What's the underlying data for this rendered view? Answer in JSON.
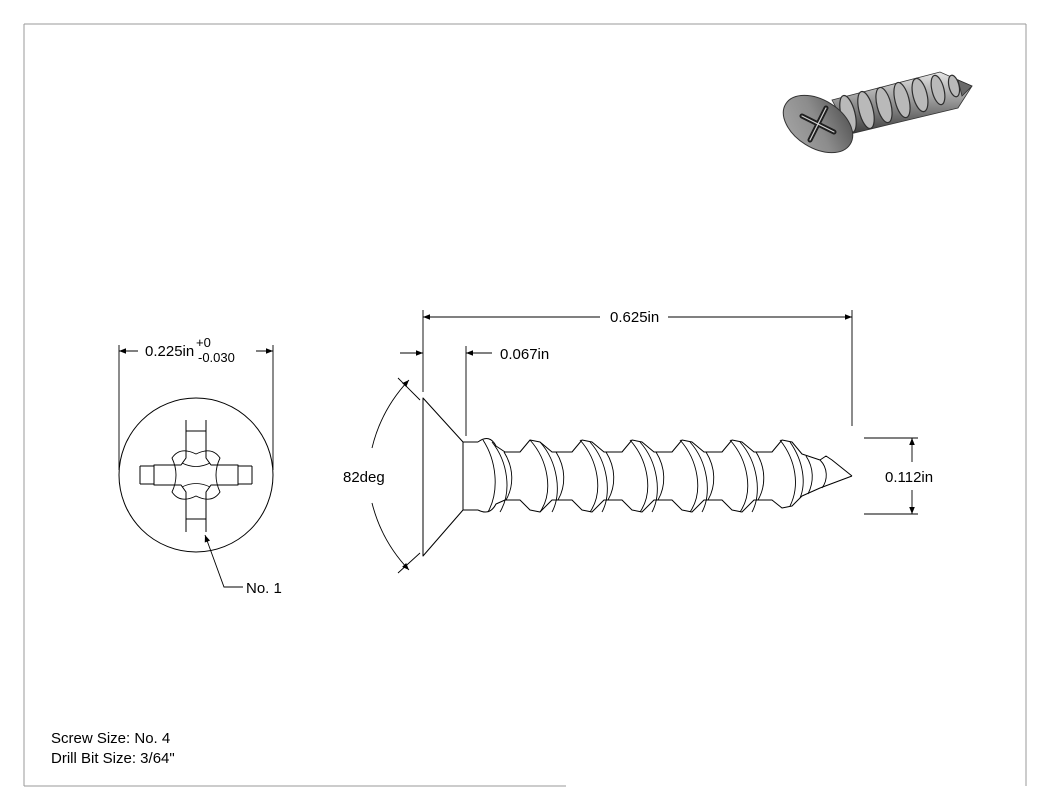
{
  "dimensions": {
    "head_diameter": "0.225in",
    "head_tolerance_plus": "+0",
    "head_tolerance_minus": "-0.030",
    "overall_length": "0.625in",
    "head_height": "0.067in",
    "head_angle": "82deg",
    "shank_diameter": "0.112in",
    "drive_callout": "No. 1"
  },
  "notes": {
    "screw_size": "Screw Size: No. 4",
    "drill_bit_size": "Drill Bit Size: 3/64\""
  },
  "colors": {
    "line": "#000000",
    "frame": "#9a9a9a",
    "render_dark": "#3a3a3a",
    "render_mid": "#8a8a8a",
    "render_light": "#d0d0d0"
  }
}
